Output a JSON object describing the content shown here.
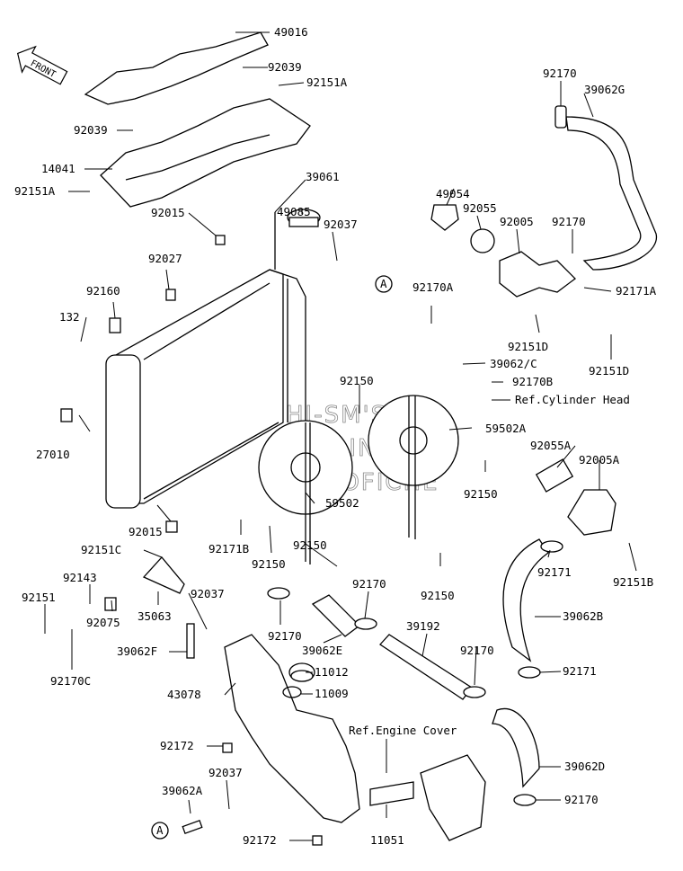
{
  "front_label": "FRONT",
  "watermark": [
    "HI-SM'S",
    "ONLINE",
    "MICROFICHE"
  ],
  "labels": {
    "l49016": "49016",
    "l92039a": "92039",
    "l92151a_1": "92151A",
    "l92039b": "92039",
    "l14041": "14041",
    "l92151a_2": "92151A",
    "l39061": "39061",
    "l49085": "49085",
    "l92037a": "92037",
    "l92015a": "92015",
    "l92027": "92027",
    "l92160": "92160",
    "l132": "132",
    "l27010": "27010",
    "l92015b": "92015",
    "l92150a": "92150",
    "l59502": "59502",
    "l59502a": "59502A",
    "l92150b": "92150",
    "l92170a": "92170A",
    "l39062c": "39062/C",
    "l92170b": "92170B",
    "lrefcyl": "Ref.Cylinder Head",
    "l92170t": "92170",
    "l39062g": "39062G",
    "l49054": "49054",
    "l92055": "92055",
    "l92005": "92005",
    "l92170m": "92170",
    "l92171a": "92171A",
    "l92151d_1": "92151D",
    "l92151d_2": "92151D",
    "l92055a": "92055A",
    "l92005a": "92005A",
    "l92171b": "92171B",
    "l92150c": "92150",
    "l92150d": "92150",
    "l92150e": "92150",
    "l92151c": "92151C",
    "l92143": "92143",
    "l92151": "92151",
    "l92075": "92075",
    "l35063": "35063",
    "l92037b": "92037",
    "l39062f": "39062F",
    "l92170c": "92170C",
    "l92170d": "92170",
    "l39062e": "39062E",
    "l92170e": "92170",
    "l39192": "39192",
    "l92171": "92171",
    "l92151b": "92151B",
    "l39062b": "39062B",
    "l92171c": "92171",
    "l92170f": "92170",
    "l11012": "11012",
    "l11009": "11009",
    "l43078": "43078",
    "lrefeng": "Ref.Engine Cover",
    "l92172a": "92172",
    "l92037c": "92037",
    "l39062a": "39062A",
    "l92172b": "92172",
    "l11051": "11051",
    "l39062d": "39062D",
    "l92170g": "92170",
    "markA1": "A",
    "markA2": "A"
  }
}
